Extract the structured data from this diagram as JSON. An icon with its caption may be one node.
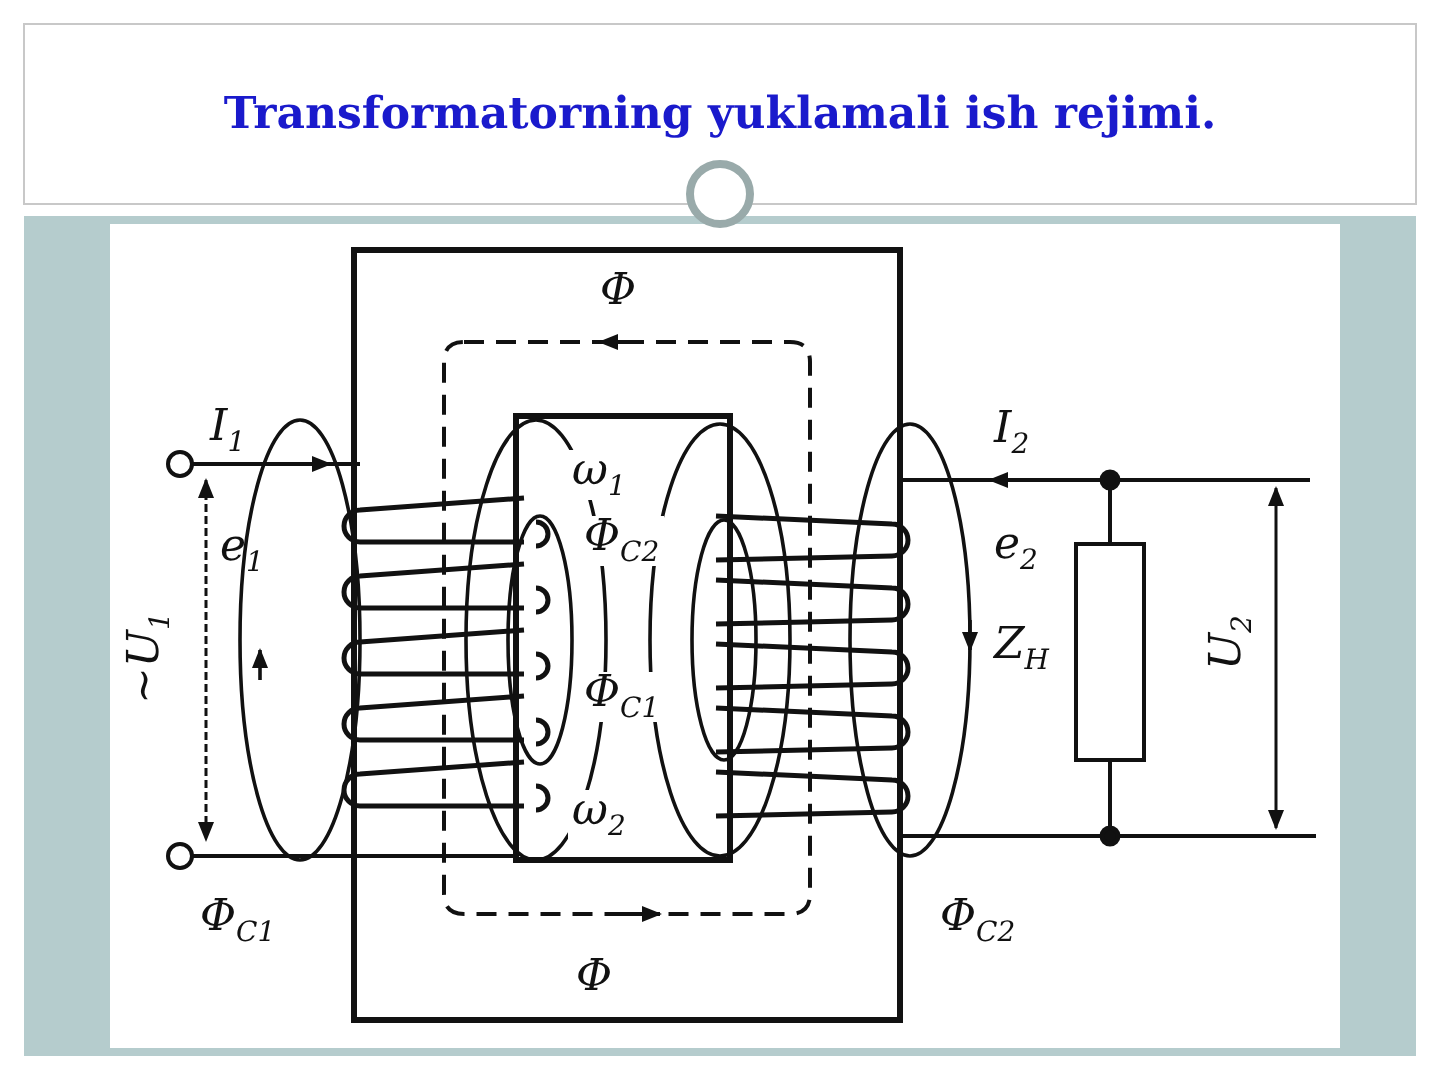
{
  "diagram": {
    "title": "Transformatorning yuklamali ish rejimi.",
    "labels": [
      "Φ",
      "I$_{1}$",
      "ω$_{1}$",
      "I$_{2}$",
      "e$_{1}$",
      "Φ$_{C2}$",
      "e$_{2}$",
      "~U$_{1}$",
      "Z$_{H}$",
      "U$_{2}$",
      "Φ$_{C1}$",
      "ω$_{2}$",
      "Φ$_{C1}$",
      "Φ$_{C2}$",
      "Φ"
    ]
  }
}
